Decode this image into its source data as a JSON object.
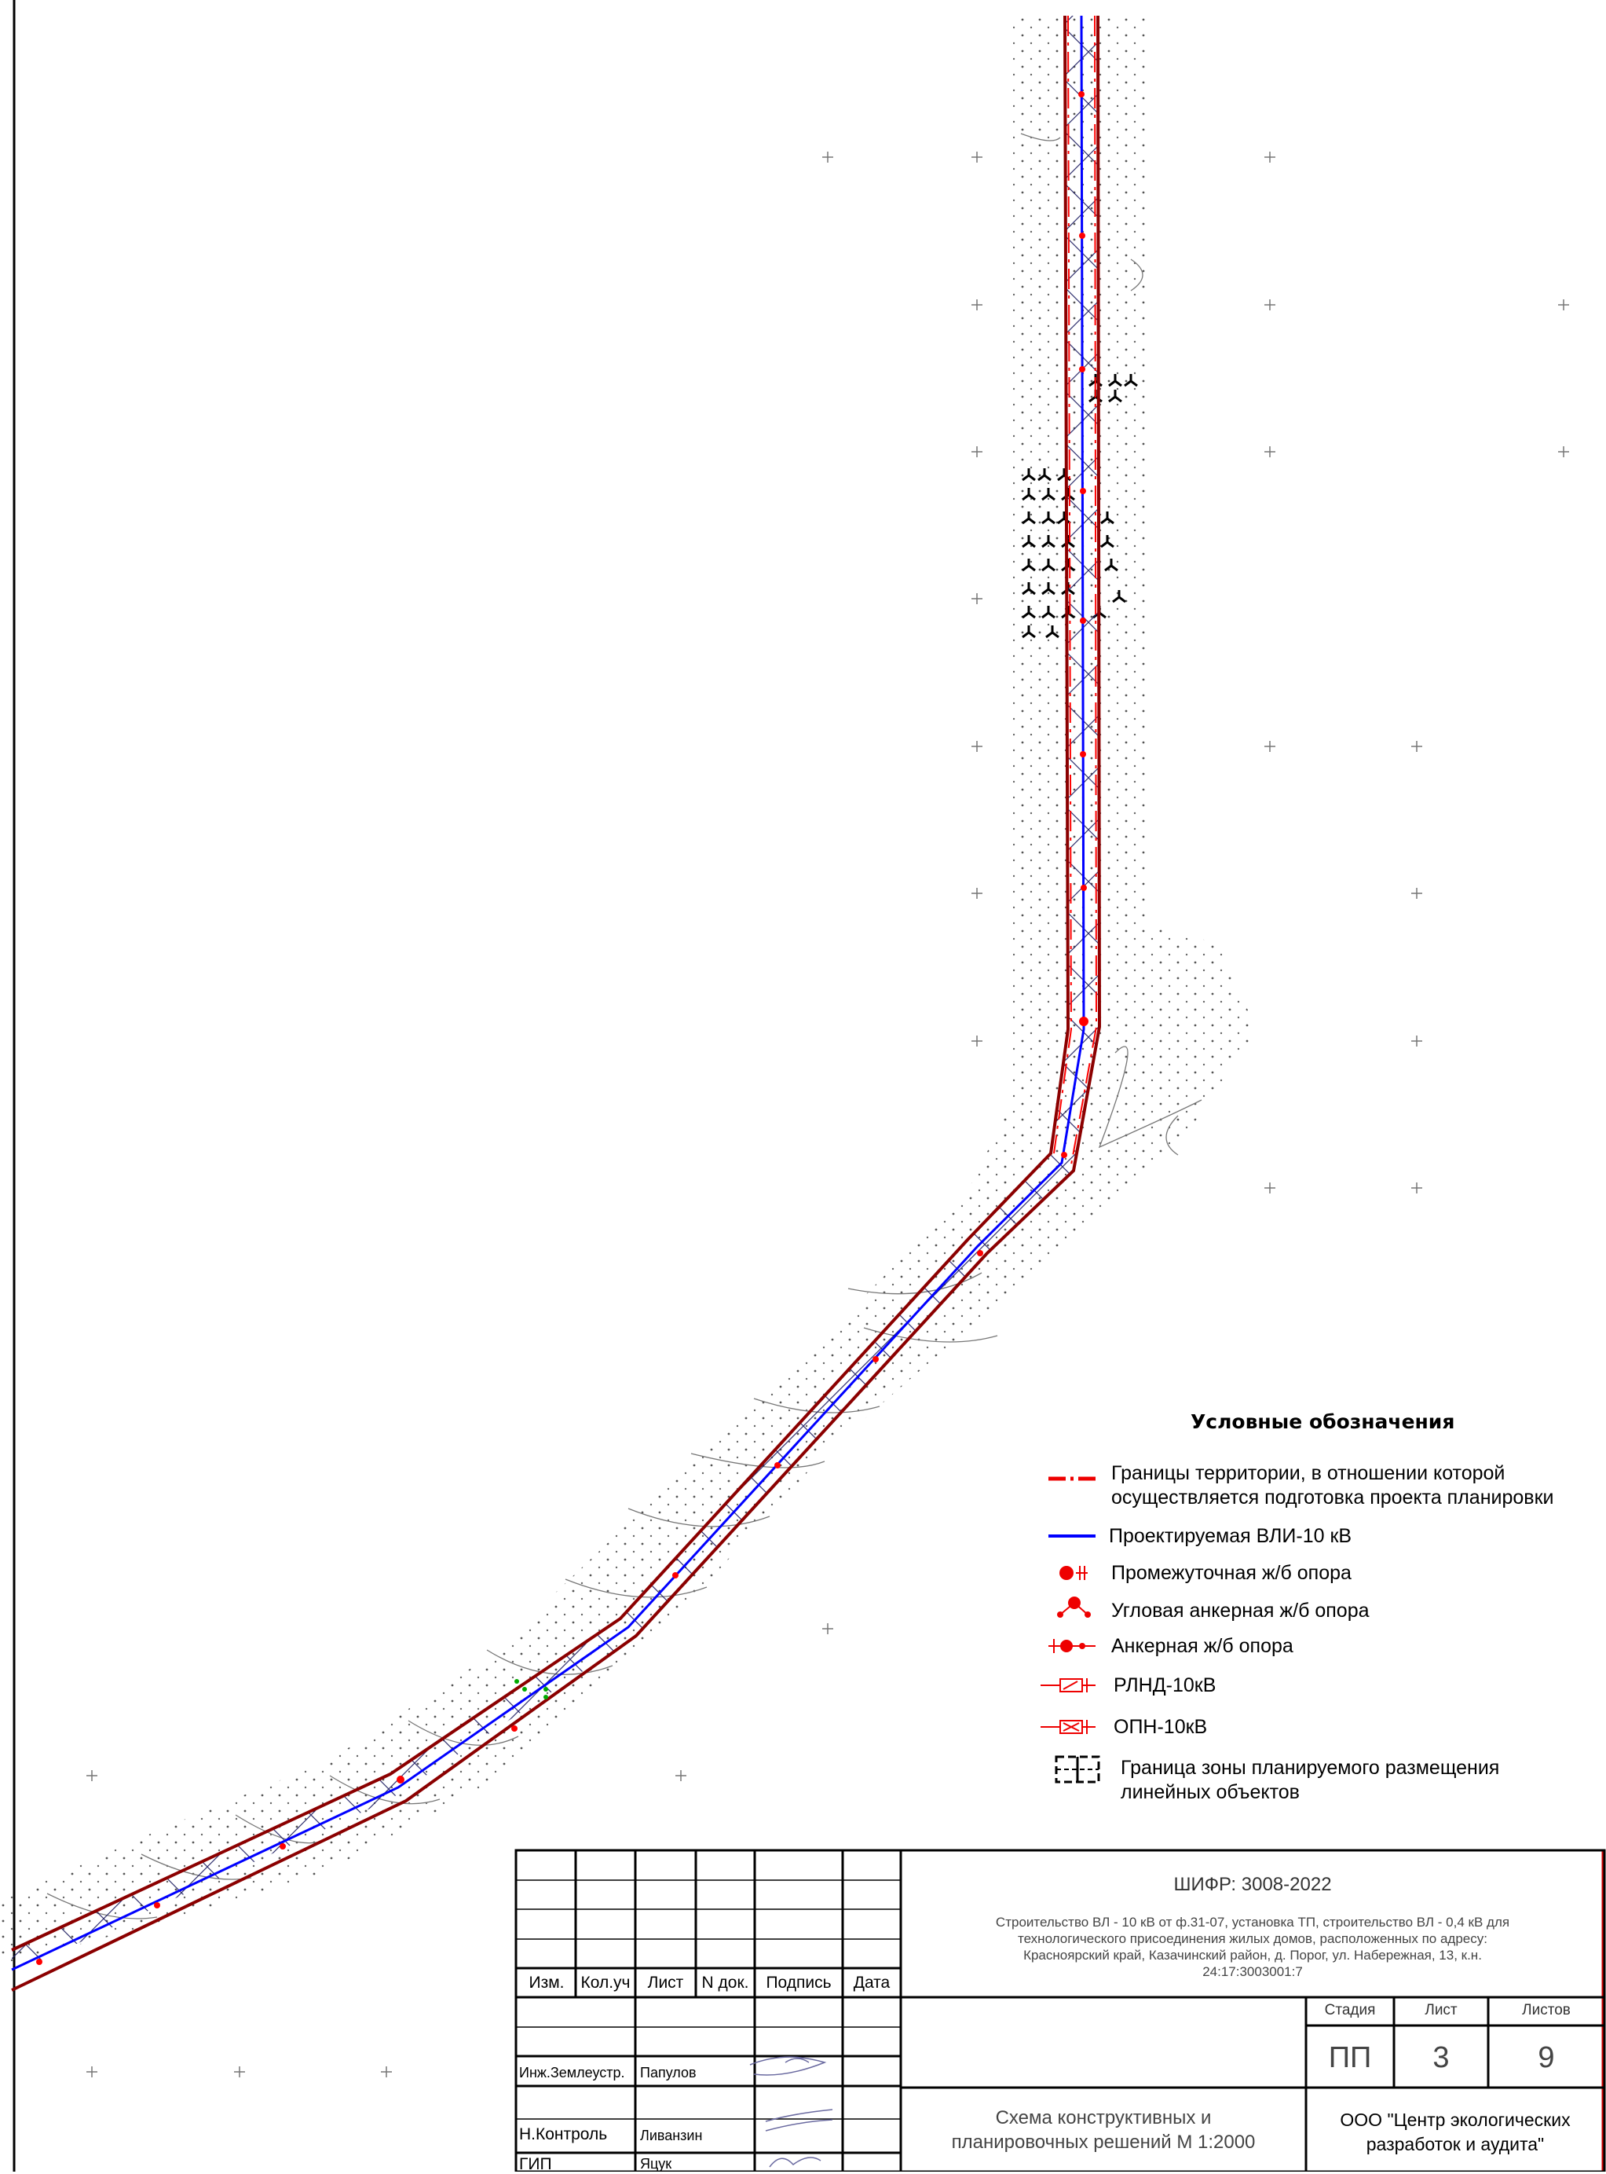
{
  "legend": {
    "title": "Условные обозначения",
    "items": [
      {
        "text1": "Границы территории, в отношении которой",
        "text2": "осуществляется подготовка проекта планировки"
      },
      {
        "text1": "Проектируемая ВЛИ-10  кВ"
      },
      {
        "text1": "Промежуточная ж/б опора"
      },
      {
        "text1": "Угловая анкерная ж/б опора"
      },
      {
        "text1": "Анкерная ж/б опора"
      },
      {
        "text1": "РЛНД-10кВ"
      },
      {
        "text1": "ОПН-10кВ"
      },
      {
        "text1": "Граница зоны планируемого размещения",
        "text2": "линейных объектов"
      }
    ]
  },
  "title_block": {
    "code": "ШИФР: 3008-2022",
    "project": [
      "Строительство ВЛ - 10 кВ от ф.31-07, установка ТП, строительство ВЛ - 0,4 кВ для",
      "технологического присоединения жилых домов, расположенных по адресу:",
      "Красноярский край, Казачинский район, д. Порог, ул. Набережная, 13, к.н.",
      "24:17:3003001:7"
    ],
    "headers": [
      "Изм.",
      "Кол.уч",
      "Лист",
      "N док.",
      "Подпись",
      "Дата"
    ],
    "stage_label": "Стадия",
    "sheet_label": "Лист",
    "sheets_label": "Листов",
    "stage": "ПП",
    "sheet": "3",
    "sheets": "9",
    "roles": [
      {
        "role": "Инж.Землеустр.",
        "name": "Папулов"
      },
      {
        "role": "Н.Контроль",
        "name": "Ливанзин"
      },
      {
        "role": "ГИП",
        "name": "Яцук"
      }
    ],
    "sheet_title": [
      "Схема конструктивных и",
      "планировочных решений М 1:2000"
    ],
    "company": [
      "ООО \"Центр экологических",
      "разработок и аудита\""
    ]
  },
  "colors": {
    "route": "#0000ff",
    "boundary": "#8b0000",
    "support": "#ff0000",
    "border": "#cc0000"
  }
}
